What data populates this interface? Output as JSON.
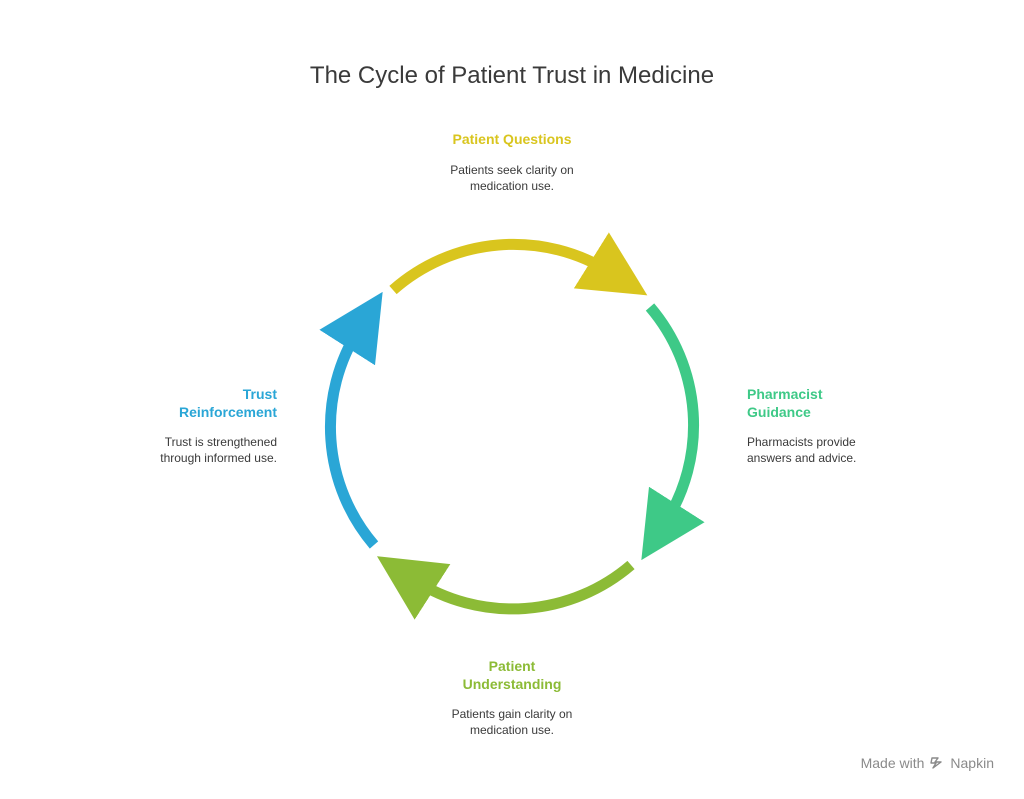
{
  "title": "The Cycle of Patient Trust in Medicine",
  "stages": [
    {
      "title": "Patient Questions",
      "title_lines": [
        "Patient Questions"
      ],
      "desc_lines": [
        "Patients seek clarity on",
        "medication use."
      ],
      "color": "#D9C51E"
    },
    {
      "title": "Pharmacist Guidance",
      "title_lines": [
        "Pharmacist",
        "Guidance"
      ],
      "desc_lines": [
        "Pharmacists provide",
        "answers and advice."
      ],
      "color": "#3EC987"
    },
    {
      "title": "Patient Understanding",
      "title_lines": [
        "Patient",
        "Understanding"
      ],
      "desc_lines": [
        "Patients gain clarity on",
        "medication use."
      ],
      "color": "#8CBB36"
    },
    {
      "title": "Trust Reinforcement",
      "title_lines": [
        "Trust",
        "Reinforcement"
      ],
      "desc_lines": [
        "Trust is strengthened",
        "through informed use."
      ],
      "color": "#2AA6D6"
    }
  ],
  "footer": {
    "made_with": "Made with",
    "brand": "Napkin"
  }
}
